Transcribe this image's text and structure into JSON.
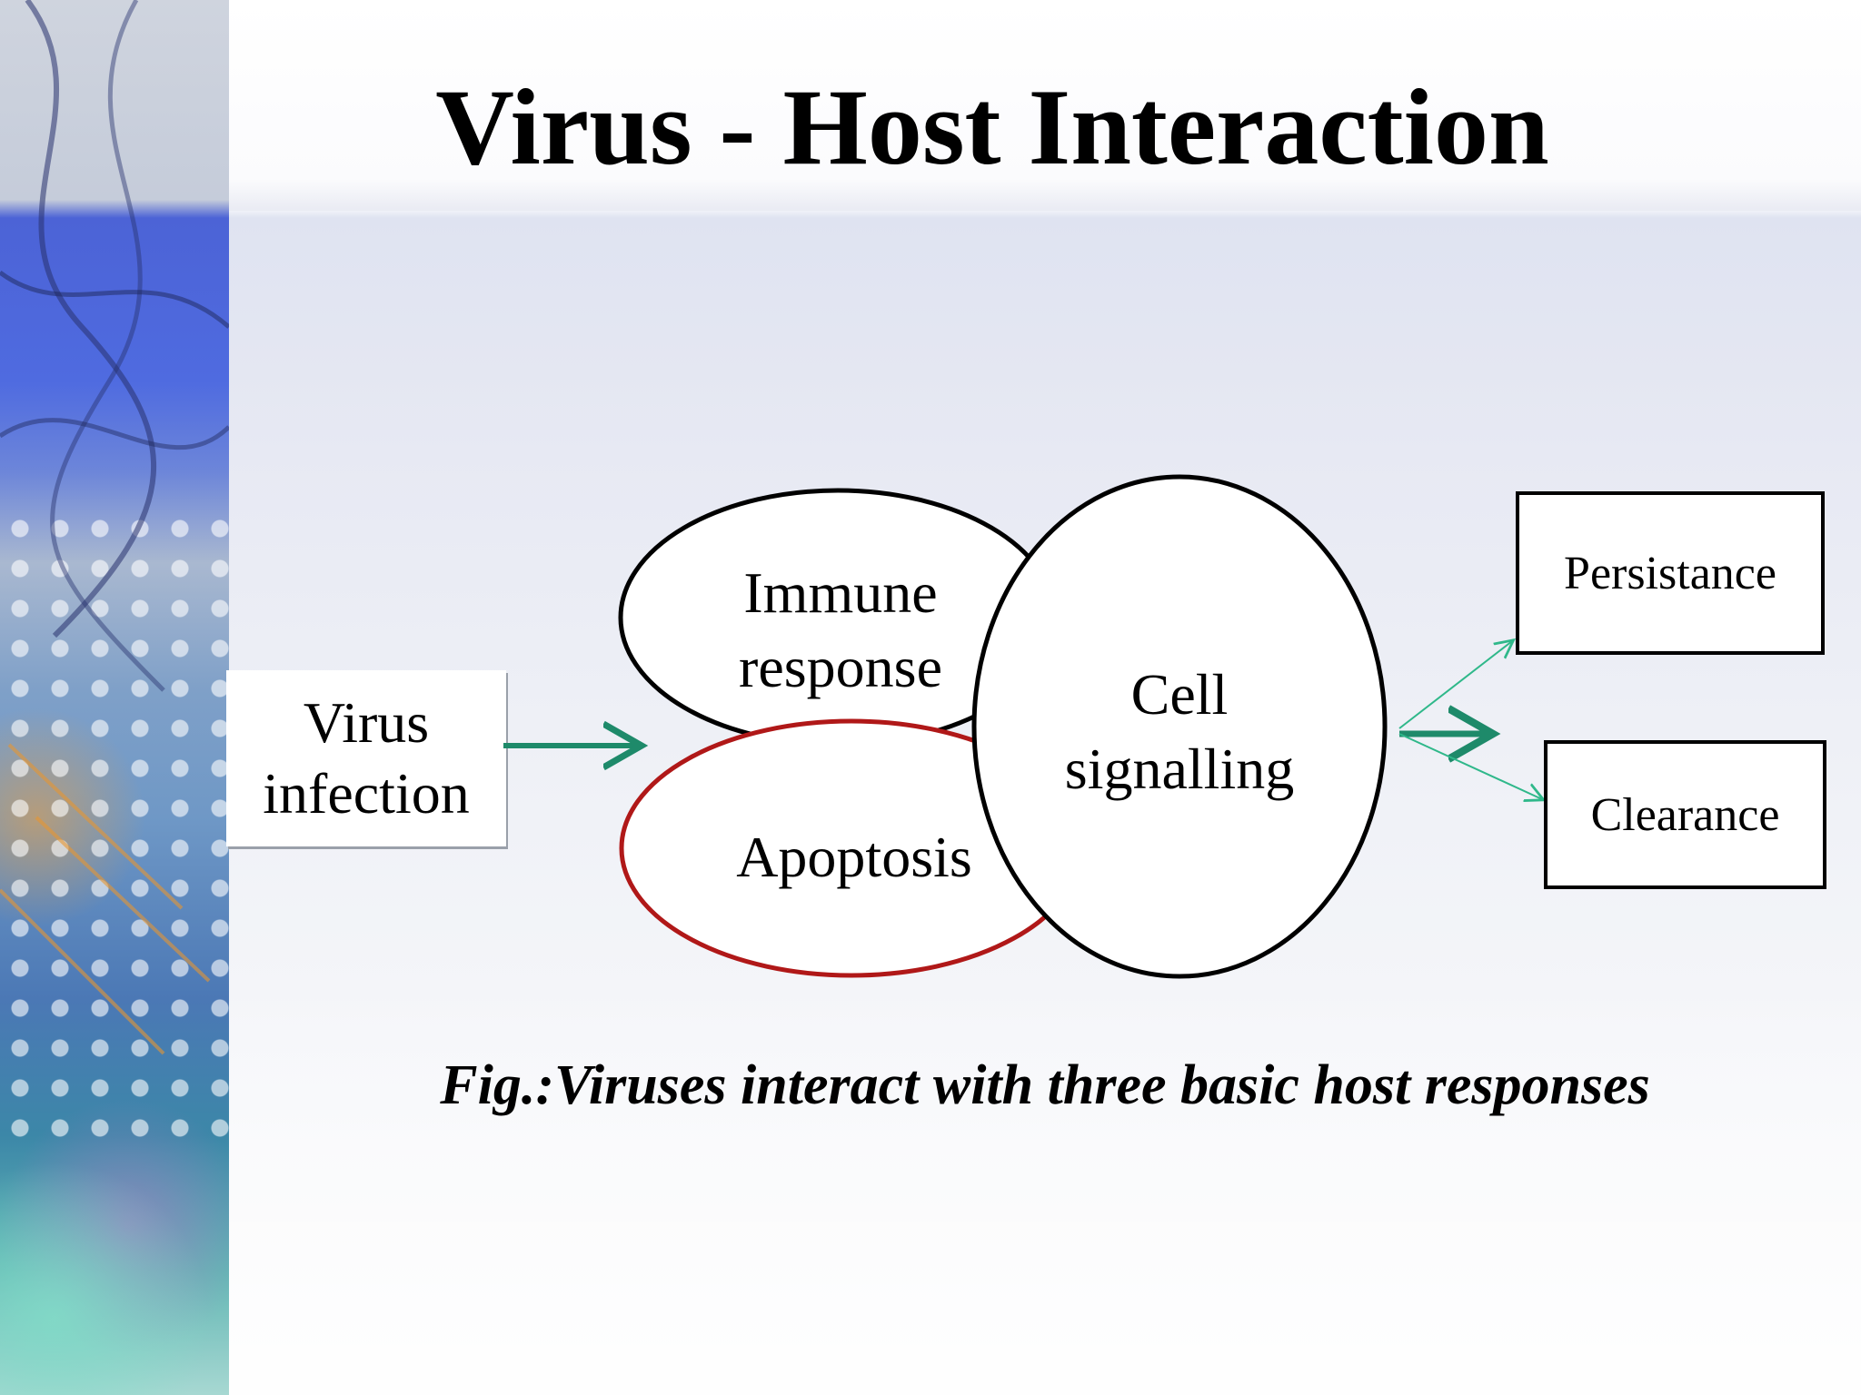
{
  "slide": {
    "title": "Virus - Host Interaction",
    "caption": "Fig.:Viruses interact with three basic host responses"
  },
  "diagram": {
    "input": {
      "line1": "Virus",
      "line2": "infection"
    },
    "responses": {
      "immune": {
        "line1": "Immune",
        "line2": "response"
      },
      "apoptosis": {
        "label": "Apoptosis"
      },
      "cell_signalling": {
        "line1": "Cell",
        "line2": "signalling"
      }
    },
    "outcomes": {
      "persistence": "Persistance",
      "clearance": "Clearance"
    },
    "colors": {
      "arrow": "#1e8a6a",
      "arrow_light": "#2fb88a",
      "apoptosis_outline": "#b01818",
      "outline": "#000000"
    }
  }
}
